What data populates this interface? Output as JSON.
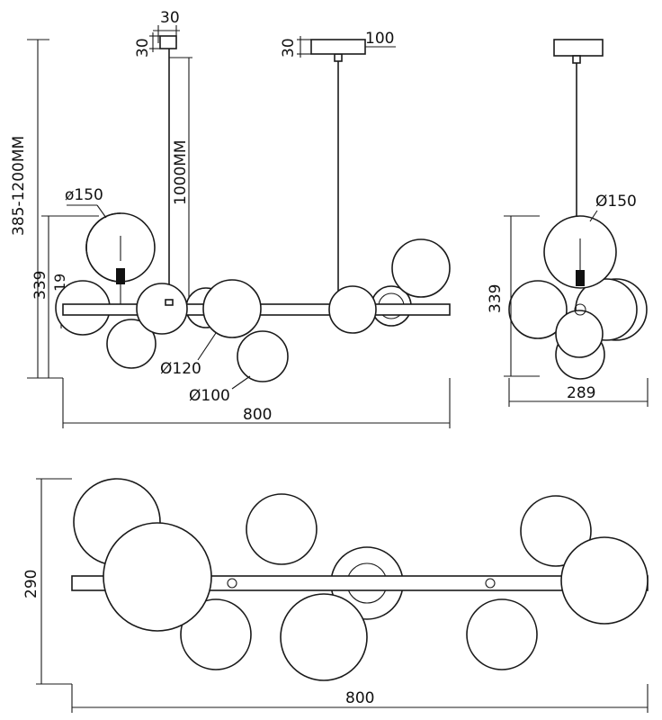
{
  "front_view": {
    "dim_canopy_width": "30",
    "dim_canopy_height": "30",
    "dim_total_height": "385-1200MM",
    "dim_rod": "1000MM",
    "dim_globe_large": "ø150",
    "dim_body_height": "339",
    "dim_bar_offset": "19",
    "dim_globe_medium": "Ø120",
    "dim_globe_small": "Ø100",
    "dim_width": "800"
  },
  "middle_canopy": {
    "dim_height": "30",
    "dim_length": "100"
  },
  "side_view": {
    "dim_globe": "Ø150",
    "dim_height": "339",
    "dim_depth": "289"
  },
  "top_view": {
    "dim_depth": "290",
    "dim_width": "800"
  }
}
